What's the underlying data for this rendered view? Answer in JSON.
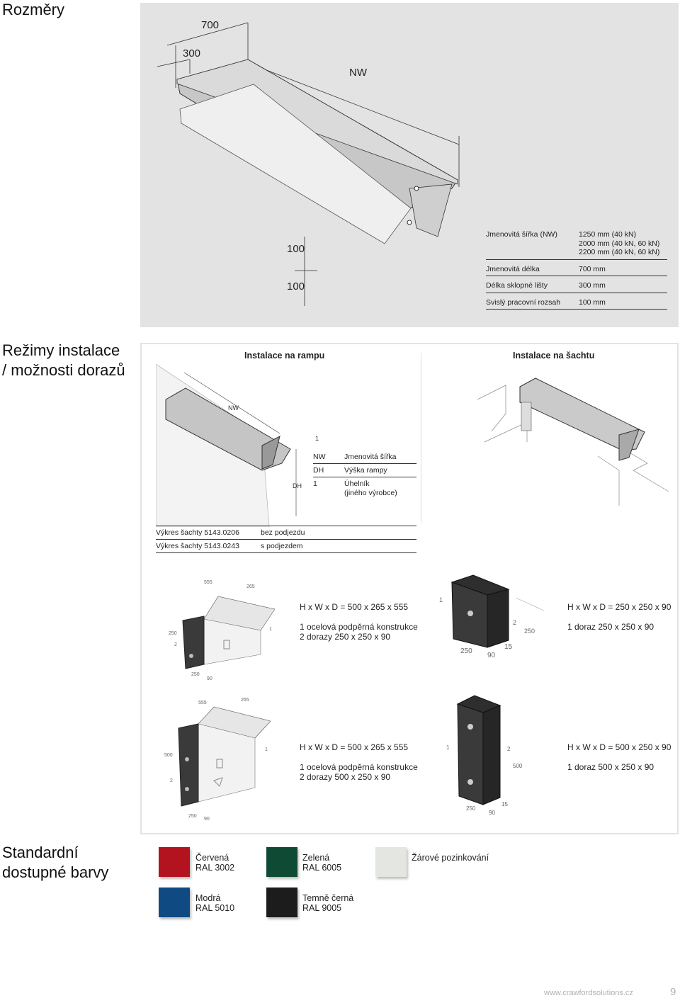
{
  "section1": {
    "title": "Rozměry",
    "dims": {
      "top_outer": "700",
      "top_inner": "300",
      "width": "NW",
      "vert1": "100",
      "vert2": "100"
    },
    "specs": [
      {
        "key": "Jmenovitá šířka (NW)",
        "value_lines": [
          "1250 mm (40 kN)",
          "2000 mm (40 kN, 60 kN)",
          "2200 mm (40 kN, 60 kN)"
        ]
      },
      {
        "key": "Jmenovitá délka",
        "value_lines": [
          "700 mm"
        ]
      },
      {
        "key": "Délka sklopné lišty",
        "value_lines": [
          "300 mm"
        ]
      },
      {
        "key": "Svislý pracovní rozsah",
        "value_lines": [
          "100 mm"
        ]
      }
    ]
  },
  "section2": {
    "title_line1": "Režimy instalace",
    "title_line2": "/ možnosti dorazů",
    "ramp_title": "Instalace na rampu",
    "pit_title": "Instalace na šachtu",
    "ramp_drawing": {
      "nw": "NW",
      "dh": "DH",
      "one": "1"
    },
    "legend": [
      {
        "abbr": "NW",
        "desc": "Jmenovitá šířka"
      },
      {
        "abbr": "DH",
        "desc": "Výška rampy"
      },
      {
        "abbr": "1",
        "desc": "Úhelník\n(jiného výrobce)"
      }
    ],
    "drawings": [
      {
        "ref": "Výkres šachty 5143.0206",
        "desc": "bez podjezdu"
      },
      {
        "ref": "Výkres šachty 5143.0243",
        "desc": "s podjezdem"
      }
    ],
    "bumpers": [
      {
        "dims": "H x W x D = 500 x 265 x 555",
        "line1": "1 ocelová podpěrná konstrukce",
        "line2": "2 dorazy 250 x 250 x 90"
      },
      {
        "dims": "H x W x D = 250 x 250 x 90",
        "line1": "1 doraz 250 x 250 x 90",
        "line2": ""
      },
      {
        "dims": "H x W x D = 500 x 265 x 555",
        "line1": "1 ocelová podpěrná konstrukce",
        "line2": "2 dorazy 500 x 250 x 90"
      },
      {
        "dims": "H x W x D = 500 x 250 x 90",
        "line1": "1 doraz 500 x 250 x 90",
        "line2": ""
      }
    ],
    "drawing_labels": {
      "b1": {
        "top1": "555",
        "top2": "265",
        "side": "250",
        "two": "2",
        "one": "1",
        "bottom1": "250",
        "bottom2": "90"
      },
      "b2": {
        "one": "1",
        "two": "2",
        "side": "250",
        "bottom1": "250",
        "bottom2": "90",
        "bottom3": "15"
      },
      "b3": {
        "top1": "555",
        "top2": "265",
        "side": "500",
        "two": "2",
        "one": "1",
        "bottom1": "250",
        "bottom2": "90"
      },
      "b4": {
        "one": "1",
        "two": "2",
        "side": "500",
        "bottom1": "250",
        "bottom2": "90",
        "bottom3": "15"
      }
    }
  },
  "section3": {
    "title_line1": "Standardní",
    "title_line2": "dostupné barvy",
    "colors": [
      {
        "name": "Červená",
        "code": "RAL 3002",
        "hex": "#b3121f"
      },
      {
        "name": "Zelená",
        "code": "RAL 6005",
        "hex": "#0f4a35"
      },
      {
        "name": "Žárové pozinkování",
        "code": "",
        "hex": "#e4e6e2"
      },
      {
        "name": "Modrá",
        "code": "RAL 5010",
        "hex": "#0f4a82"
      },
      {
        "name": "Temně černá",
        "code": "RAL 9005",
        "hex": "#1c1c1c"
      }
    ]
  },
  "footer": {
    "url": "www.crawfordsolutions.cz",
    "page": "9"
  }
}
